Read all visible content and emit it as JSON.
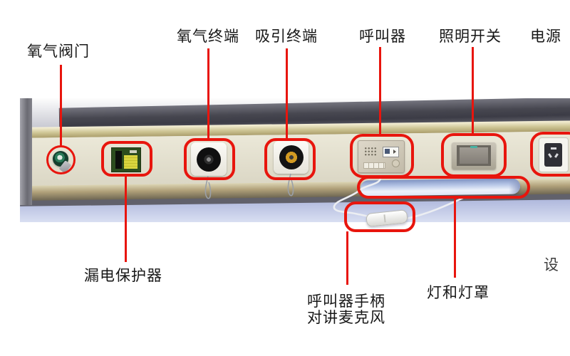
{
  "annotation_color": "#e8150d",
  "labels": {
    "oxygen_valve": "氧气阀门",
    "oxygen_terminal": "氧气终端",
    "suction_terminal": "吸引终端",
    "call_device": "呼叫器",
    "light_switch": "照明开关",
    "power": "电源",
    "leakage_protector": "漏电保护器",
    "call_handle_line1": "呼叫器手柄",
    "call_handle_line2": "对讲麦克风",
    "lamp_and_shade": "灯和灯罩",
    "partial_right_edge": "设"
  },
  "photo_colors": {
    "panel_face": "#e0dcc9",
    "panel_rail": "#b0a079",
    "dark_band": "#47474f",
    "table_surface": "#c4cbe8",
    "lamp_tube": "#b7c6e7",
    "leakage_module": "#2c4d1e",
    "suction_ring": "#d29a22"
  }
}
